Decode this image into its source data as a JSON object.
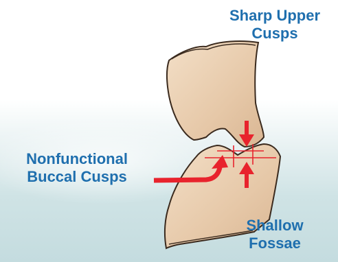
{
  "labels": {
    "upper_line1": "Sharp Upper",
    "upper_line2": "Cusps",
    "buccal_line1": "Nonfunctional",
    "buccal_line2": "Buccal Cusps",
    "fossae_line1": "Shallow",
    "fossae_line2": "Fossae"
  },
  "colors": {
    "tooth_fill": "#e8cdb0",
    "tooth_edge": "#3a2a1e",
    "arrow": "#e8232d",
    "label": "#1f6fae"
  }
}
